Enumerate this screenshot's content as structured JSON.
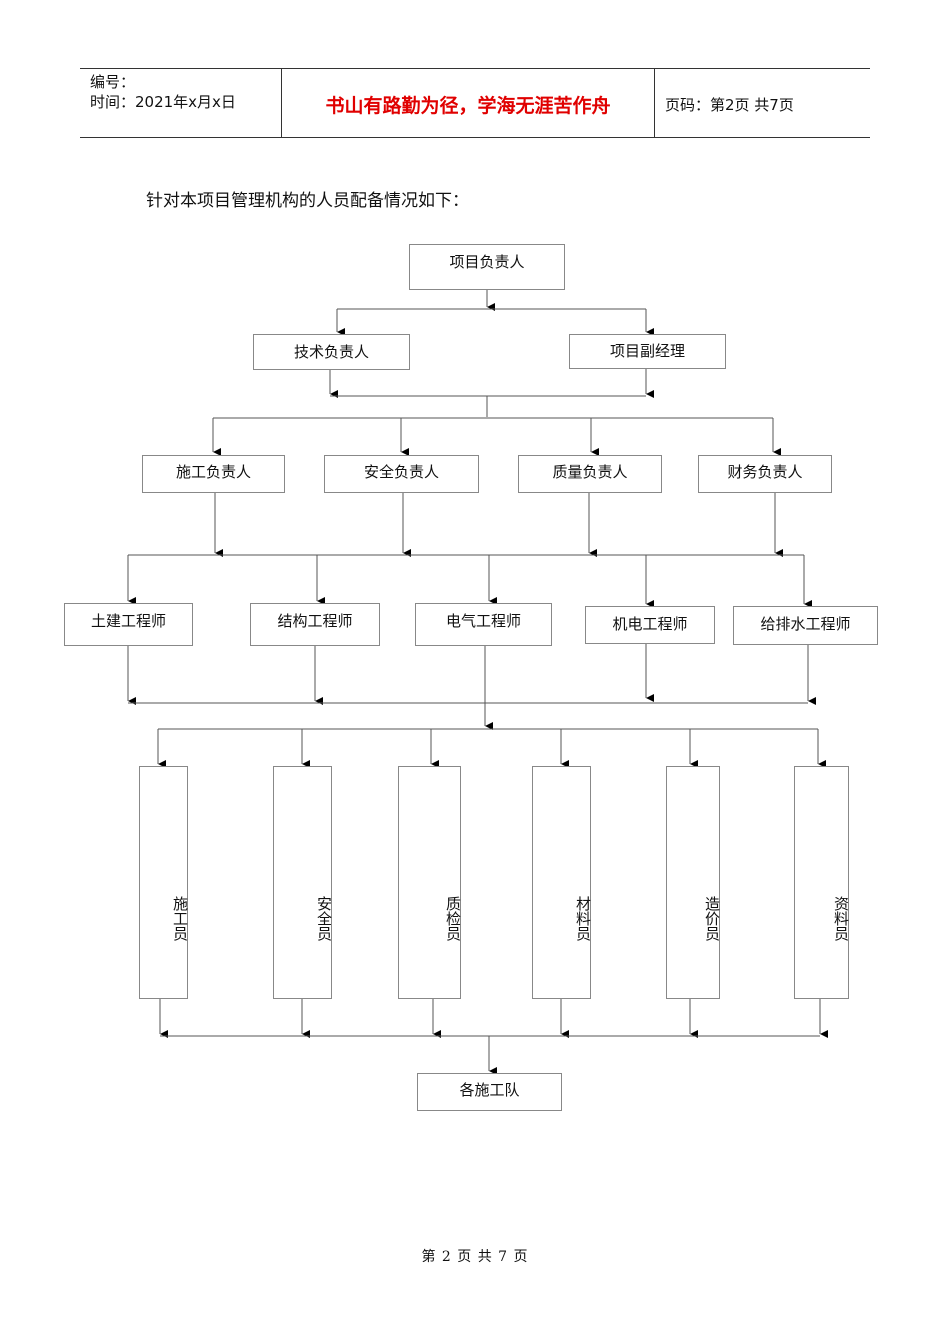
{
  "header": {
    "number_label": "编号：",
    "time_label": "时间：2021年x月x日",
    "motto": "书山有路勤为径，学海无涯苦作舟",
    "page_label": "页码：第2页  共7页"
  },
  "intro": "针对本项目管理机构的人员配备情况如下：",
  "org": {
    "top": "项目负责人",
    "level2": [
      "技术负责人",
      "项目副经理"
    ],
    "level3": [
      "施工负责人",
      "安全负责人",
      "质量负责人",
      "财务负责人"
    ],
    "level4": [
      "土建工程师",
      "结构工程师",
      "电气工程师",
      "机电工程师",
      "给排水工程师"
    ],
    "level5": [
      "施工员",
      "安全员",
      "质检员",
      "材料员",
      "造价员",
      "资料员"
    ],
    "bottom": "各施工队"
  },
  "footer": "第 2 页 共 7 页"
}
